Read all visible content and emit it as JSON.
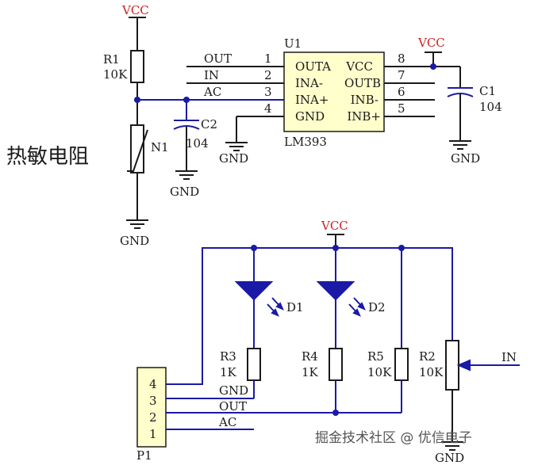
{
  "power_labels": {
    "vcc": "VCC",
    "gnd": "GND"
  },
  "thermistor_label": "热敏电阻",
  "components": {
    "r1": {
      "ref": "R1",
      "value": "10K"
    },
    "n1": {
      "ref": "N1"
    },
    "c2": {
      "ref": "C2",
      "value": "104"
    },
    "c1": {
      "ref": "C1",
      "value": "104"
    },
    "u1": {
      "ref": "U1",
      "part": "LM393",
      "left_pins": [
        "OUTA",
        "INA-",
        "INA+",
        "GND"
      ],
      "right_pins": [
        "VCC",
        "OUTB",
        "INB-",
        "INB+"
      ],
      "left_nums": [
        "1",
        "2",
        "3",
        "4"
      ],
      "right_nums": [
        "8",
        "7",
        "6",
        "5"
      ]
    },
    "d1": {
      "ref": "D1"
    },
    "d2": {
      "ref": "D2"
    },
    "r3": {
      "ref": "R3",
      "value": "1K"
    },
    "r4": {
      "ref": "R4",
      "value": "1K"
    },
    "r5": {
      "ref": "R5",
      "value": "10K"
    },
    "r2": {
      "ref": "R2",
      "value": "10K"
    },
    "p1": {
      "ref": "P1",
      "pins": [
        "4",
        "3",
        "2",
        "1"
      ]
    }
  },
  "nets": {
    "out": "OUT",
    "in": "IN",
    "ac": "AC",
    "gnd": "GND"
  },
  "watermark": "掘金技术社区 @ 优信电子"
}
